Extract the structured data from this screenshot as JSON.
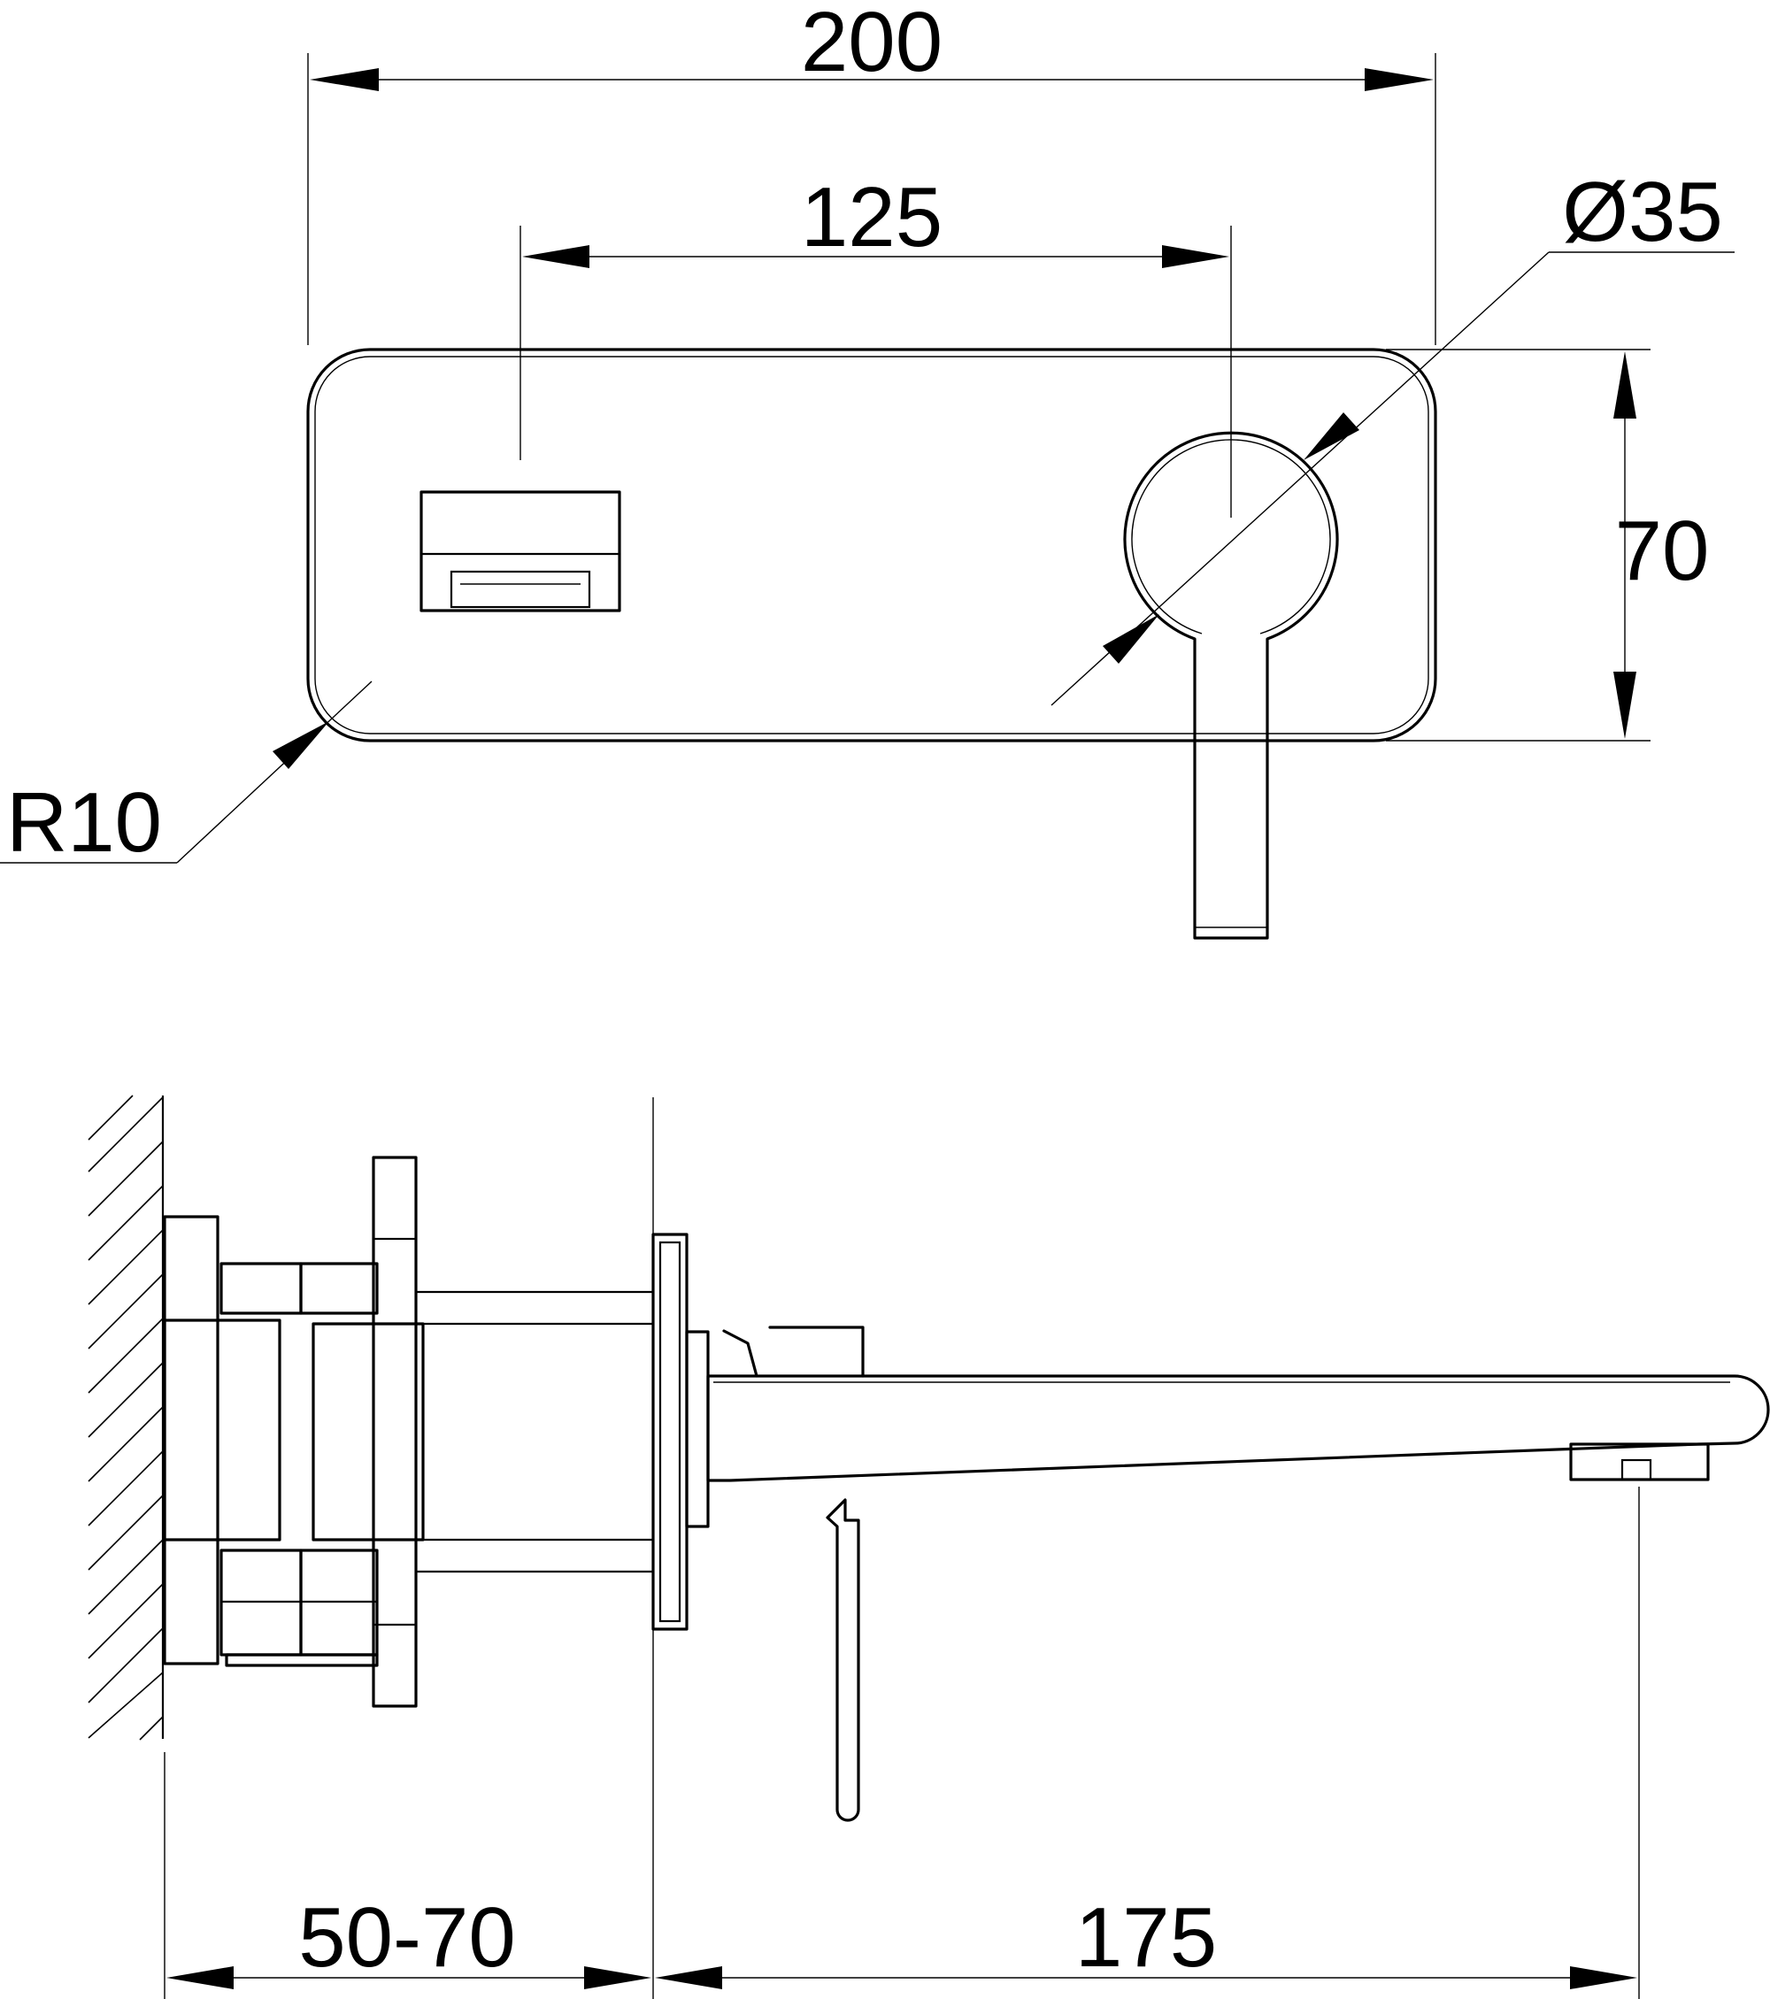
{
  "dimensions": {
    "overall_width": "200",
    "handle_spacing": "125",
    "handle_diameter": "Ø35",
    "plate_height": "70",
    "corner_radius": "R10",
    "wall_depth": "50-70",
    "spout_projection": "175"
  },
  "colors": {
    "line": "#000000",
    "background": "#ffffff"
  }
}
